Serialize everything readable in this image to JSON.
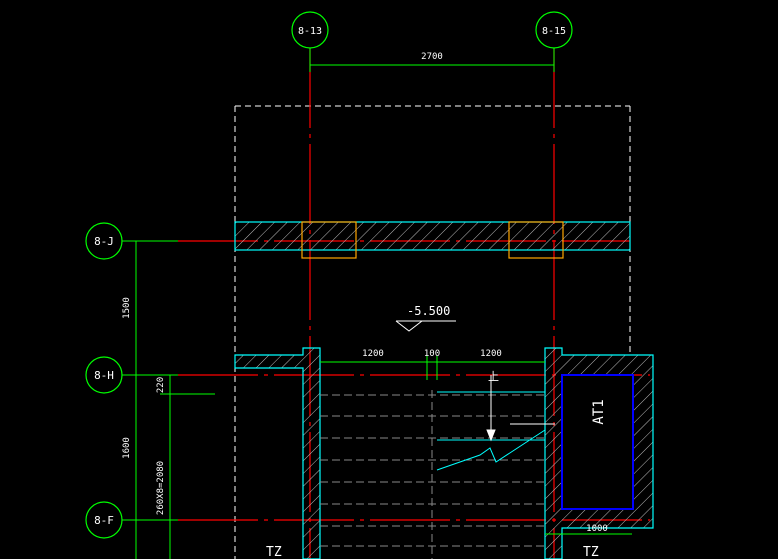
{
  "colors": {
    "background": "#000000",
    "axis_bubble": "#00ff00",
    "dimension": "#00ff00",
    "grid_line": "#ff0000",
    "wall": "#00ffff",
    "hatch": "#bbbbbb",
    "column": "#ffa500",
    "outline_dash": "#ffffff",
    "elevator": "#0000ff",
    "stair_dash": "#888888",
    "text": "#ffffff"
  },
  "axes": {
    "vertical": [
      "8-13",
      "8-15"
    ],
    "horizontal": [
      "8-J",
      "8-H",
      "8-F"
    ]
  },
  "dimensions": {
    "top_span": "2700",
    "left_upper": "1500",
    "left_lower": "1600",
    "small_step": "220",
    "stair_run": "260X8=2080",
    "flight_left": "1200",
    "gap": "100",
    "flight_right": "1200",
    "bottom_right": "1000"
  },
  "labels": {
    "elevation": "-5.500",
    "up_mark": "上",
    "elevator": "AT1",
    "tz_left": "TZ",
    "tz_right": "TZ"
  }
}
